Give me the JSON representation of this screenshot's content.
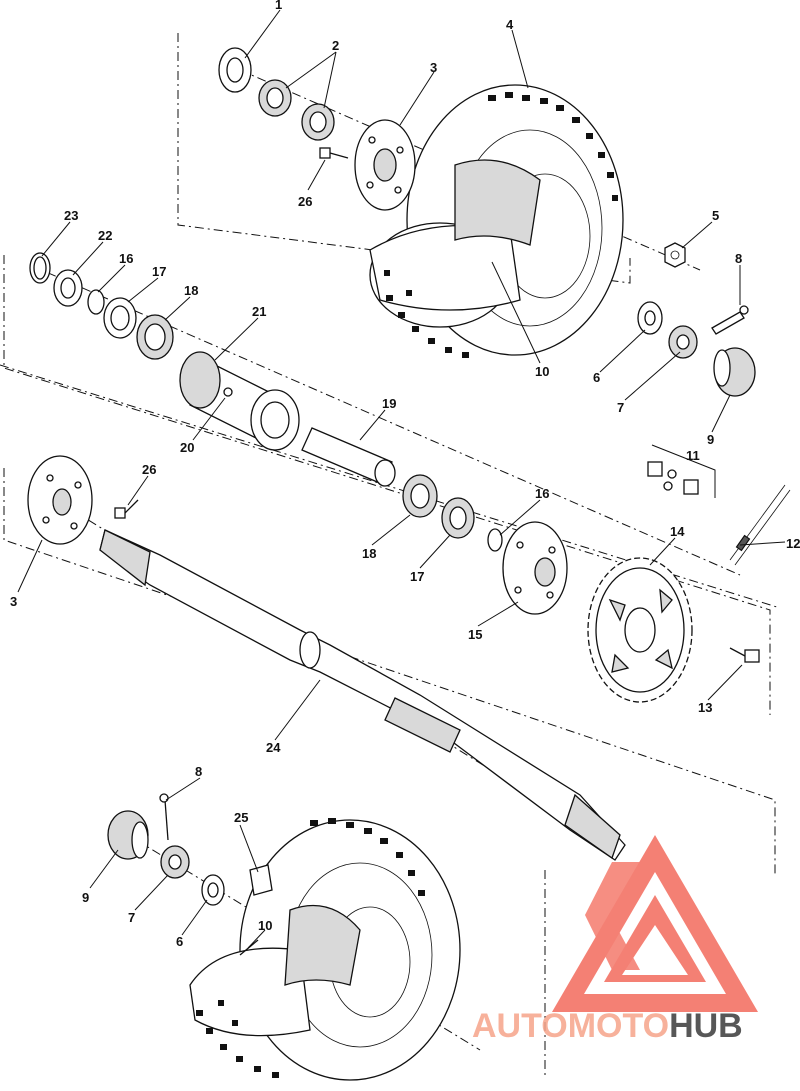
{
  "diagram": {
    "type": "exploded-parts-diagram",
    "callouts": [
      {
        "id": "c1",
        "label": "1"
      },
      {
        "id": "c2",
        "label": "2"
      },
      {
        "id": "c3a",
        "label": "3"
      },
      {
        "id": "c4",
        "label": "4"
      },
      {
        "id": "c5",
        "label": "5"
      },
      {
        "id": "c26a",
        "label": "26"
      },
      {
        "id": "c23",
        "label": "23"
      },
      {
        "id": "c22",
        "label": "22"
      },
      {
        "id": "c16a",
        "label": "16"
      },
      {
        "id": "c17a",
        "label": "17"
      },
      {
        "id": "c18a",
        "label": "18"
      },
      {
        "id": "c21",
        "label": "21"
      },
      {
        "id": "c8a",
        "label": "8"
      },
      {
        "id": "c10a",
        "label": "10"
      },
      {
        "id": "c6a",
        "label": "6"
      },
      {
        "id": "c7a",
        "label": "7"
      },
      {
        "id": "c9a",
        "label": "9"
      },
      {
        "id": "c20",
        "label": "20"
      },
      {
        "id": "c19",
        "label": "19"
      },
      {
        "id": "c11",
        "label": "11"
      },
      {
        "id": "c26b",
        "label": "26"
      },
      {
        "id": "c16b",
        "label": "16"
      },
      {
        "id": "c12",
        "label": "12"
      },
      {
        "id": "c14",
        "label": "14"
      },
      {
        "id": "c3b",
        "label": "3"
      },
      {
        "id": "c18b",
        "label": "18"
      },
      {
        "id": "c17b",
        "label": "17"
      },
      {
        "id": "c15",
        "label": "15"
      },
      {
        "id": "c13",
        "label": "13"
      },
      {
        "id": "c24",
        "label": "24"
      },
      {
        "id": "c8b",
        "label": "8"
      },
      {
        "id": "c25",
        "label": "25"
      },
      {
        "id": "c9b",
        "label": "9"
      },
      {
        "id": "c7b",
        "label": "7"
      },
      {
        "id": "c6b",
        "label": "6"
      },
      {
        "id": "c10b",
        "label": "10"
      }
    ]
  },
  "watermark": {
    "text_light": "AUTOMOTO",
    "text_dark": "HUB",
    "color_light": "#f6a48a",
    "color_dark": "#3a3a3a",
    "mark_color": "#f36b5c"
  }
}
